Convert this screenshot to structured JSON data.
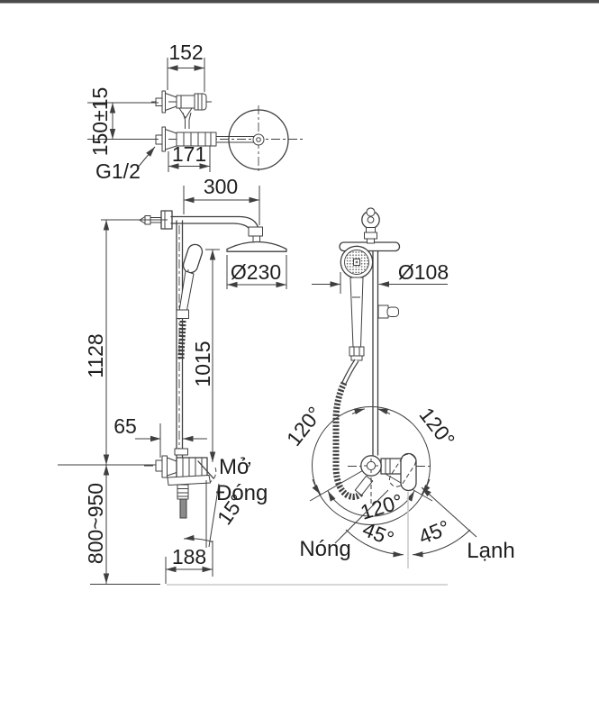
{
  "theme": {
    "line": "#3f3f3f",
    "text": "#1e1e1e",
    "light": "#c6cbca",
    "border": "#4a4a4a",
    "bg": "#ffffff"
  },
  "drawing": {
    "top_view": {
      "width_152": "152",
      "inlet_spacing": "150±15",
      "depth_171": "171",
      "thread_label": "G1/2"
    },
    "side_view": {
      "arm_length": "300",
      "head_diameter": "Ø230",
      "total_height": "1128",
      "head_to_valve": "1015",
      "wall_offset": "65",
      "install_height": "800~950",
      "depth_188": "188",
      "open_label": "Mở",
      "close_label": "Đóng",
      "handle_angle": "15°"
    },
    "front_view": {
      "hand_shower_diameter": "Ø108",
      "swivel_left": "120°",
      "swivel_right": "120°",
      "swivel_bottom": "120°",
      "lever_left": "45°",
      "lever_right": "45°",
      "hot_label": "Nóng",
      "cold_label": "Lạnh"
    }
  }
}
